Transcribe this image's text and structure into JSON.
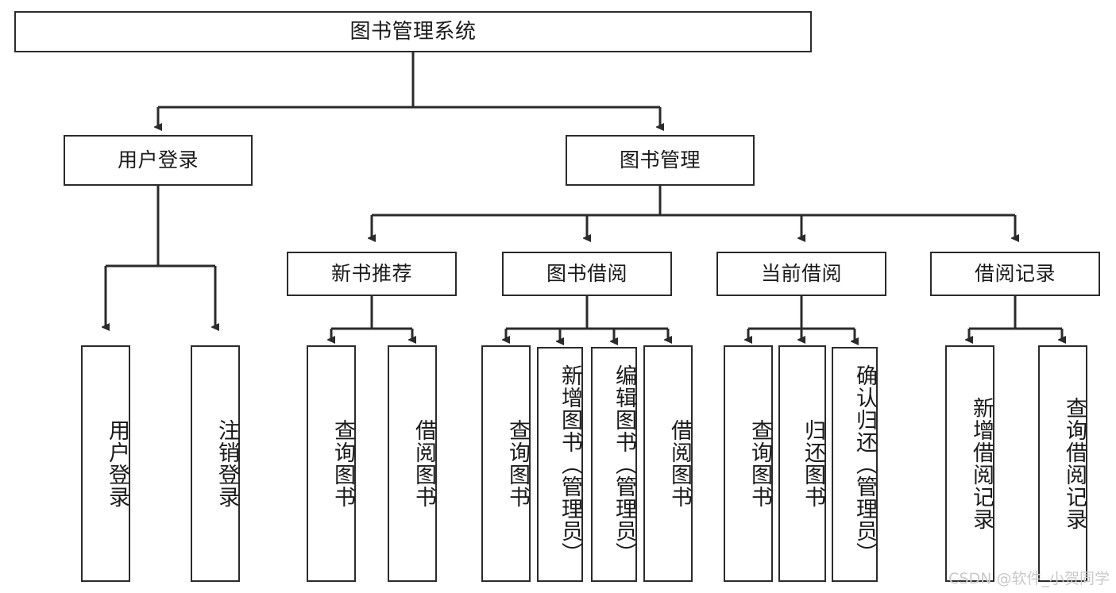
{
  "diagram": {
    "type": "tree-hierarchy",
    "title": "图书管理系统",
    "watermark": "CSDN @软件_小贺同学",
    "colors": {
      "background": "#ffffff",
      "box_border": "#2b2b2b",
      "box_fill": "#ffffff",
      "text": "#1a1a1a",
      "edge": "#2b2b2b",
      "watermark": "#c9c9c9"
    },
    "levels": {
      "root": {
        "label": "图书管理系统"
      },
      "level2": [
        {
          "label": "用户登录"
        },
        {
          "label": "图书管理"
        }
      ],
      "level3": [
        {
          "label": "新书推荐"
        },
        {
          "label": "图书借阅"
        },
        {
          "label": "当前借阅"
        },
        {
          "label": "借阅记录"
        }
      ],
      "leaves": {
        "user_login": [
          {
            "label": "用户登录"
          },
          {
            "label": "注销登录"
          }
        ],
        "new_book_recommend": [
          {
            "label": "查询图书"
          },
          {
            "label": "借阅图书"
          }
        ],
        "book_borrow": [
          {
            "label": "查询图书"
          },
          {
            "label": "新增图书（管理员）"
          },
          {
            "label": "编辑图书（管理员）"
          },
          {
            "label": "借阅图书"
          }
        ],
        "current_borrow": [
          {
            "label": "查询图书"
          },
          {
            "label": "归还图书"
          },
          {
            "label": "确认归还（管理员）"
          }
        ],
        "borrow_record": [
          {
            "label": "新增借阅记录"
          },
          {
            "label": "查询借阅记录"
          }
        ]
      }
    }
  }
}
